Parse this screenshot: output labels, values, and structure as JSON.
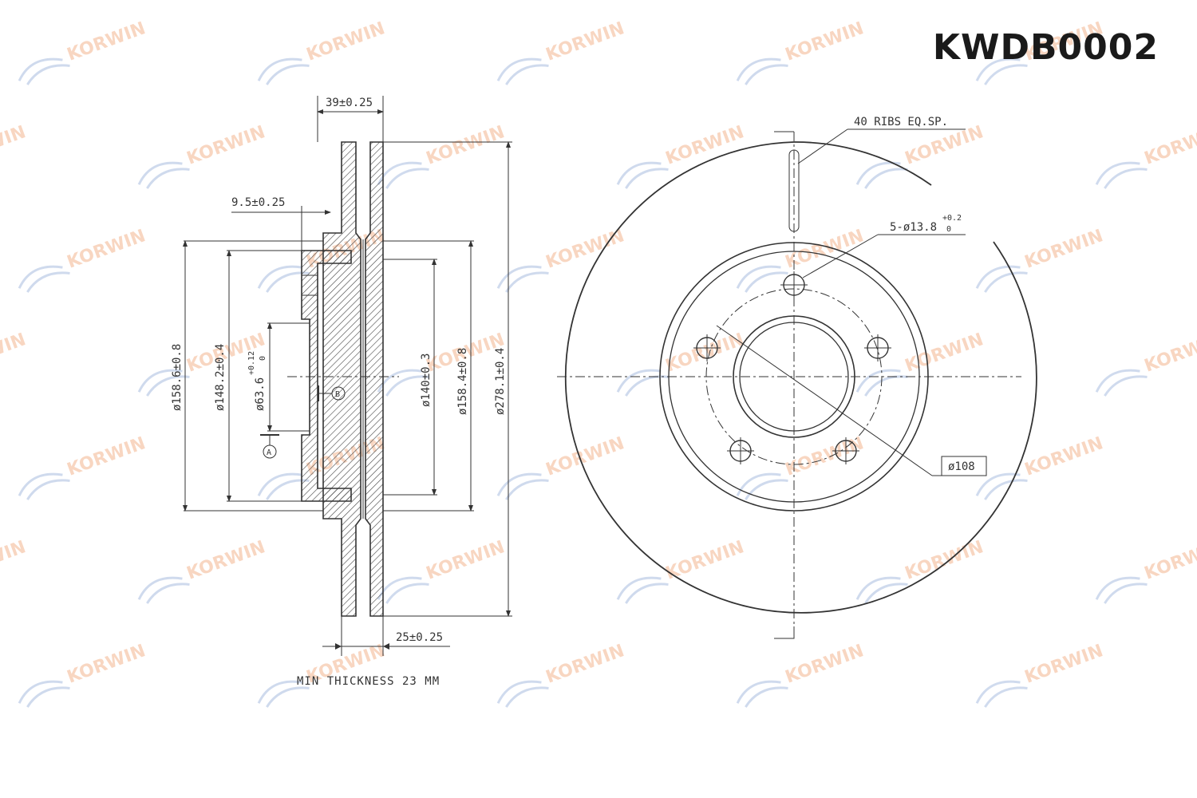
{
  "part_number": "KWDB0002",
  "watermark": {
    "brand": "KORWIN",
    "text_color": "#f4b58f",
    "swoosh_color": "#a9bde0"
  },
  "dimensions": {
    "outer_thickness": "39±0.25",
    "hat_offset": "9.5±0.25",
    "diam_158_6": "ø158.6±0.8",
    "diam_148_2": "ø148.2±0.4",
    "diam_63_6": "ø63.6",
    "diam_63_6_tol_upper": "+0.12",
    "diam_63_6_tol_lower": "0",
    "diam_140": "ø140±0.3",
    "diam_158_4": "ø158.4±0.8",
    "diam_278_1": "ø278.1±0.4",
    "disc_thickness": "25±0.25",
    "min_thickness": "MIN THICKNESS 23 MM",
    "ribs": "40 RIBS EQ.SP.",
    "bolt_holes": "5-ø13.8",
    "bolt_holes_tol_upper": "+0.2",
    "bolt_holes_tol_lower": "0",
    "pcd": "ø108"
  },
  "datums": {
    "a": "A",
    "b": "B"
  },
  "colors": {
    "ink": "#333333",
    "part_number": "#1a1a1a"
  }
}
